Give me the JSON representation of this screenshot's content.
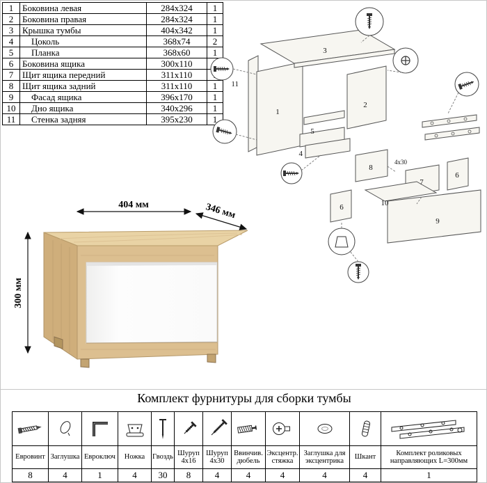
{
  "parts_table": {
    "rows": [
      {
        "num": "1",
        "name": "Боковина левая",
        "size": "284х324",
        "qty": "1"
      },
      {
        "num": "2",
        "name": "Боковина правая",
        "size": "284х324",
        "qty": "1"
      },
      {
        "num": "3",
        "name": "Крышка тумбы",
        "size": "404х342",
        "qty": "1"
      },
      {
        "num": "4",
        "name": "Цоколь",
        "size": "368х74",
        "qty": "2"
      },
      {
        "num": "5",
        "name": "Планка",
        "size": "368х60",
        "qty": "1"
      },
      {
        "num": "6",
        "name": "Боковина ящика",
        "size": "300х110",
        "qty": "2"
      },
      {
        "num": "7",
        "name": "Щит ящика передний",
        "size": "311х110",
        "qty": "1"
      },
      {
        "num": "8",
        "name": "Щит ящика задний",
        "size": "311х110",
        "qty": "1"
      },
      {
        "num": "9",
        "name": "Фасад ящика",
        "size": "396х170",
        "qty": "1"
      },
      {
        "num": "10",
        "name": "Дно ящика",
        "size": "340х296",
        "qty": "1"
      },
      {
        "num": "11",
        "name": "Стенка задняя",
        "size": "395х230",
        "qty": "1"
      }
    ]
  },
  "render": {
    "width_label": "404 мм",
    "depth_label": "346 мм",
    "height_label": "300 мм"
  },
  "diagram": {
    "labels": {
      "l1": "1",
      "l2": "2",
      "l3": "3",
      "l4": "4",
      "l5": "5",
      "l6": "6",
      "l7": "7",
      "l8": "8",
      "l9": "9",
      "l10": "10",
      "l11": "11"
    },
    "note": "4х30"
  },
  "hardware": {
    "title": "Комплект фурнитуры для сборки тумбы",
    "items": [
      {
        "name": "Евровинт",
        "qty": "8"
      },
      {
        "name": "Заглушка",
        "qty": "4"
      },
      {
        "name": "Евроключ",
        "qty": "1"
      },
      {
        "name": "Ножка",
        "qty": "4"
      },
      {
        "name": "Гвоздь",
        "qty": "30"
      },
      {
        "name": "Шуруп 4х16",
        "qty": "8"
      },
      {
        "name": "Шуруп 4х30",
        "qty": "4"
      },
      {
        "name": "Ввинчив. дюбель",
        "qty": "4"
      },
      {
        "name": "Эксцентр. стяжка",
        "qty": "4"
      },
      {
        "name": "Заглушка для эксцентрика",
        "qty": "4"
      },
      {
        "name": "Шкант",
        "qty": "4"
      },
      {
        "name": "Комплект роликовых направляющих L=300мм",
        "qty": "1"
      }
    ]
  }
}
